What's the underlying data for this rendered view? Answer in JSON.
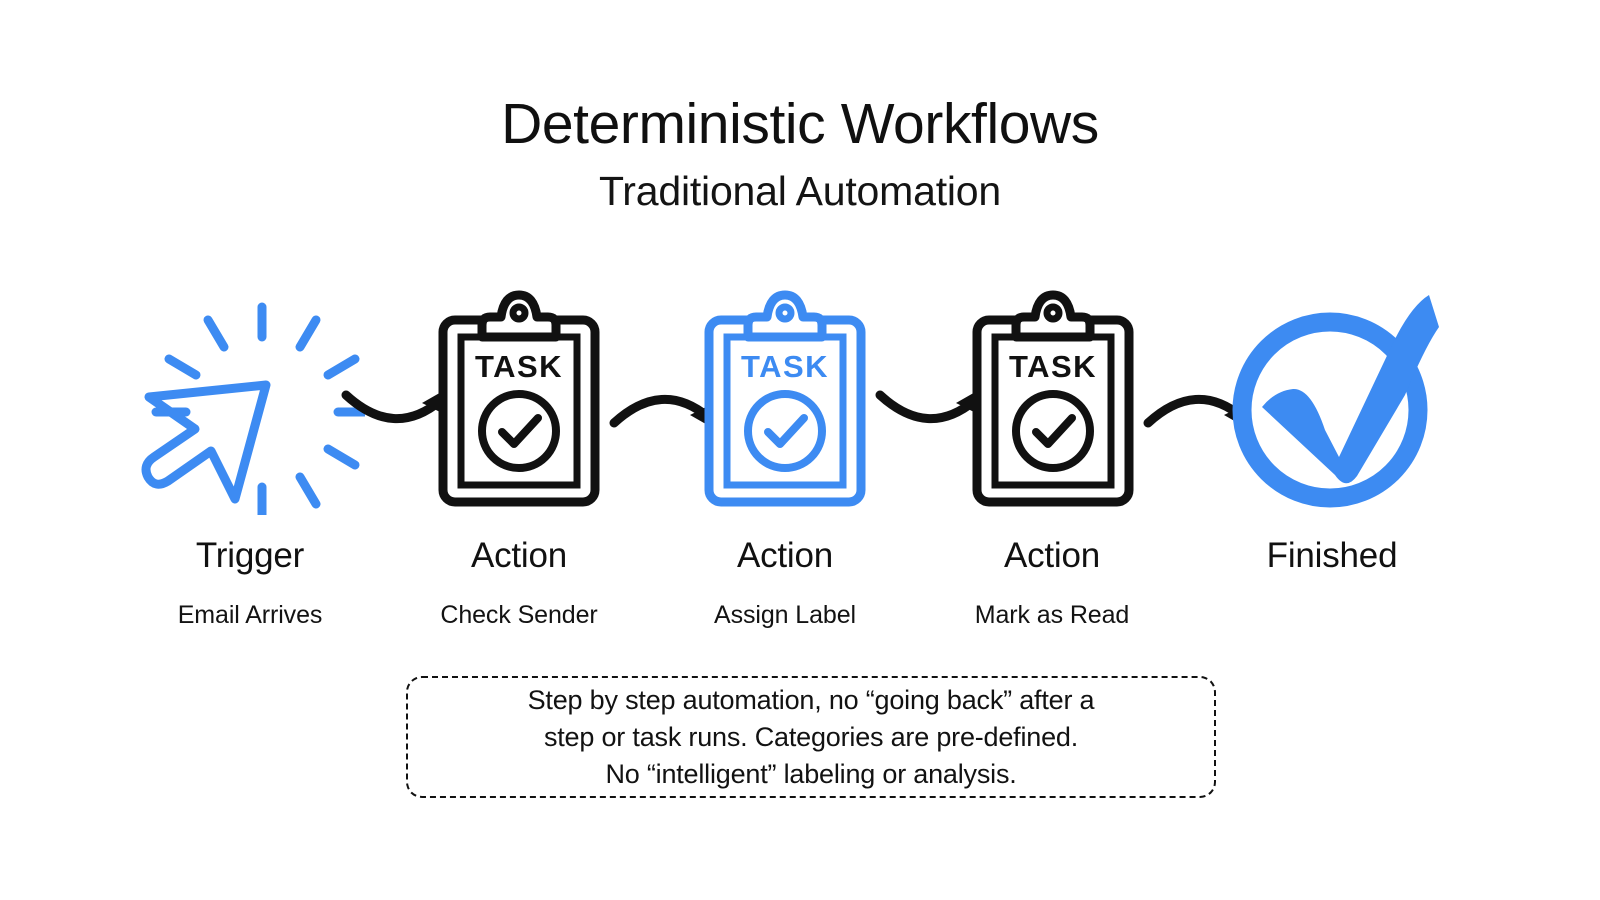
{
  "header": {
    "title": "Deterministic Workflows",
    "subtitle": "Traditional Automation"
  },
  "colors": {
    "accent_blue": "#3d8bf2",
    "ink_black": "#111111",
    "background": "#ffffff"
  },
  "flow": {
    "nodes": [
      {
        "id": "trigger",
        "icon": "click-cursor-burst-icon",
        "icon_color": "#3d8bf2",
        "label": "Trigger",
        "sublabel": "Email Arrives",
        "badge_text": ""
      },
      {
        "id": "action-1",
        "icon": "clipboard-task-icon",
        "icon_color": "#111111",
        "label": "Action",
        "sublabel": "Check Sender",
        "badge_text": "TASK"
      },
      {
        "id": "action-2",
        "icon": "clipboard-task-icon",
        "icon_color": "#3d8bf2",
        "label": "Action",
        "sublabel": "Assign Label",
        "badge_text": "TASK"
      },
      {
        "id": "action-3",
        "icon": "clipboard-task-icon",
        "icon_color": "#111111",
        "label": "Action",
        "sublabel": "Mark as Read",
        "badge_text": "TASK"
      },
      {
        "id": "finished",
        "icon": "check-circle-icon",
        "icon_color": "#3d8bf2",
        "label": "Finished",
        "sublabel": "",
        "badge_text": ""
      }
    ],
    "connectors": [
      {
        "id": "arrow-1",
        "direction": "curve-down-right",
        "color": "#111111"
      },
      {
        "id": "arrow-2",
        "direction": "curve-up-right",
        "color": "#111111"
      },
      {
        "id": "arrow-3",
        "direction": "curve-down-right",
        "color": "#111111"
      },
      {
        "id": "arrow-4",
        "direction": "curve-up-right",
        "color": "#111111"
      }
    ]
  },
  "caption": {
    "line1": "Step by step automation, no “going back” after a",
    "line2": "step or task runs. Categories are pre-defined.",
    "line3": "No “intelligent” labeling or analysis."
  }
}
